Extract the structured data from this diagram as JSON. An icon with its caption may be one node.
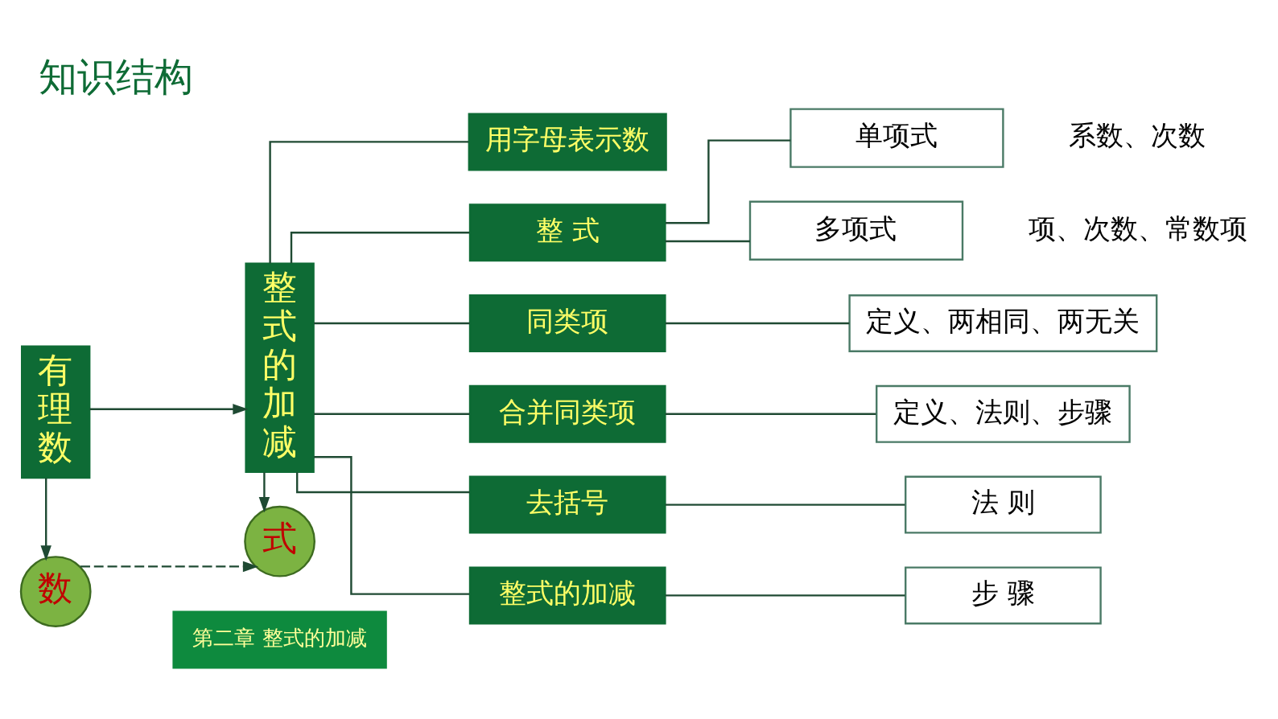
{
  "diagram": {
    "title": "知识结构",
    "nodes": [
      {
        "text": [
          "有理数"
        ]
      },
      {
        "text": [
          "整式的加减"
        ]
      },
      {
        "text": [
          "用字母表示数"
        ]
      },
      {
        "text": [
          "整 式"
        ]
      },
      {
        "text": [
          "单项式"
        ],
        "beside": [
          "系数、次数"
        ]
      },
      {
        "text": [
          "多项式"
        ],
        "beside": [
          "项、次数、常数项"
        ]
      },
      {
        "text": [
          "同类项"
        ]
      },
      {
        "text": [
          "定义、两相同、两无关"
        ]
      },
      {
        "text": [
          "合并同类项"
        ]
      },
      {
        "text": [
          "定义、法则、步骤"
        ]
      },
      {
        "text": [
          "去括号"
        ]
      },
      {
        "text": [
          "法 则"
        ]
      },
      {
        "text": [
          "整式的加减"
        ]
      },
      {
        "text": [
          "步 骤"
        ]
      },
      {
        "text": [
          "数"
        ]
      },
      {
        "text": [
          "式"
        ]
      }
    ],
    "edges": [
      {
        "from": 0,
        "to": 1,
        "arrow": "to"
      },
      {
        "from": 1,
        "to": 2,
        "arrow": "none"
      },
      {
        "from": 1,
        "to": 3,
        "arrow": "none"
      },
      {
        "from": 1,
        "to": 6,
        "arrow": "none"
      },
      {
        "from": 1,
        "to": 8,
        "arrow": "none"
      },
      {
        "from": 1,
        "to": 10,
        "arrow": "none"
      },
      {
        "from": 1,
        "to": 12,
        "arrow": "none"
      },
      {
        "from": 3,
        "to": 4,
        "arrow": "none"
      },
      {
        "from": 3,
        "to": 5,
        "arrow": "none"
      },
      {
        "from": 6,
        "to": 7,
        "arrow": "none"
      },
      {
        "from": 8,
        "to": 9,
        "arrow": "none"
      },
      {
        "from": 10,
        "to": 11,
        "arrow": "none"
      },
      {
        "from": 12,
        "to": 13,
        "arrow": "none"
      },
      {
        "from": 0,
        "to": 14,
        "arrow": "to"
      },
      {
        "from": 1,
        "to": 15,
        "arrow": "to"
      },
      {
        "from": 14,
        "to": 15,
        "arrow": "to",
        "style": "dashed"
      }
    ],
    "labels": [
      "第二章 整式的加减"
    ]
  }
}
